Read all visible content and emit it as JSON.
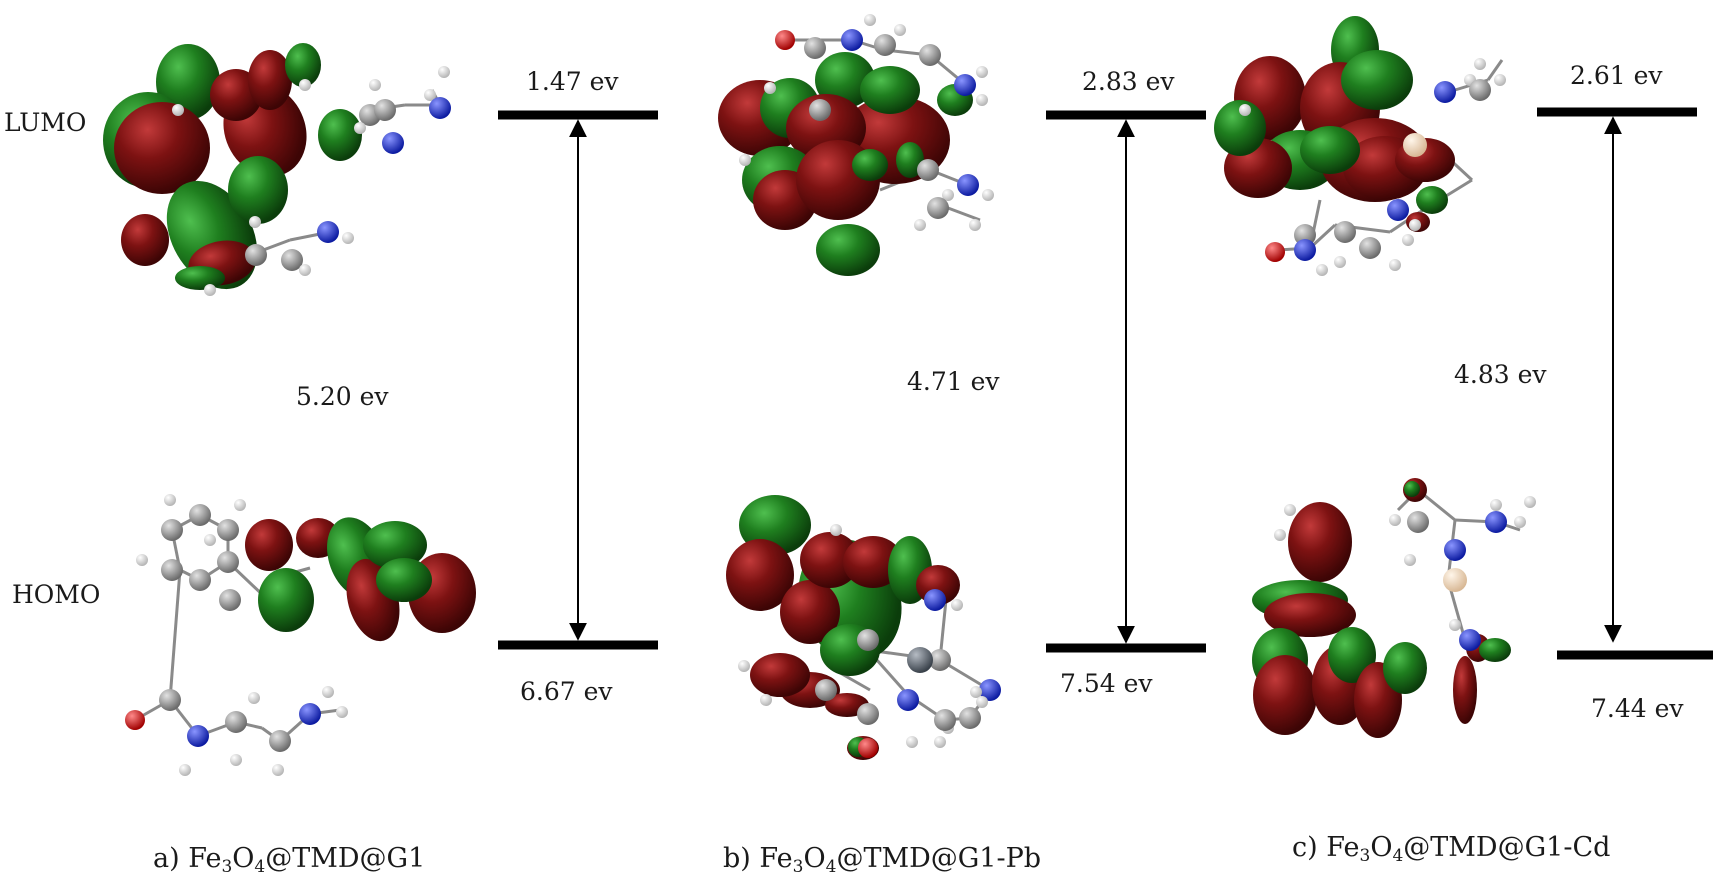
{
  "row_labels": {
    "lumo": "LUMO",
    "homo": "HOMO"
  },
  "panels": [
    {
      "id": "a",
      "caption": {
        "prefix": "a) Fe",
        "sub1": "3",
        "mid": "O",
        "sub2": "4",
        "suffix": "@TMD@G1"
      },
      "lumo_energy": "1.47 ev",
      "gap": "5.20 ev",
      "homo_energy": "6.67 ev"
    },
    {
      "id": "b",
      "caption": {
        "prefix": "b) Fe",
        "sub1": "3",
        "mid": "O",
        "sub2": "4",
        "suffix": "@TMD@G1-Pb"
      },
      "lumo_energy": "2.83 ev",
      "gap": "4.71 ev",
      "homo_energy": "7.54 ev"
    },
    {
      "id": "c",
      "caption": {
        "prefix": "c) Fe",
        "sub1": "3",
        "mid": "O",
        "sub2": "4",
        "suffix": "@TMD@G1-Cd"
      },
      "lumo_energy": "2.61 ev",
      "gap": "4.83 ev",
      "homo_energy": "7.44 ev"
    }
  ],
  "colors": {
    "lobe_positive": "#7a1010",
    "lobe_negative": "#1f7a1f",
    "atom_carbon": "#9a9a9a",
    "atom_nitrogen": "#1d2fd6",
    "atom_oxygen": "#e00000",
    "atom_hydrogen": "#f2f2f2",
    "atom_metal_pb": "#5d6670",
    "atom_metal_cd": "#f3dcc2",
    "level_line": "#000000"
  }
}
